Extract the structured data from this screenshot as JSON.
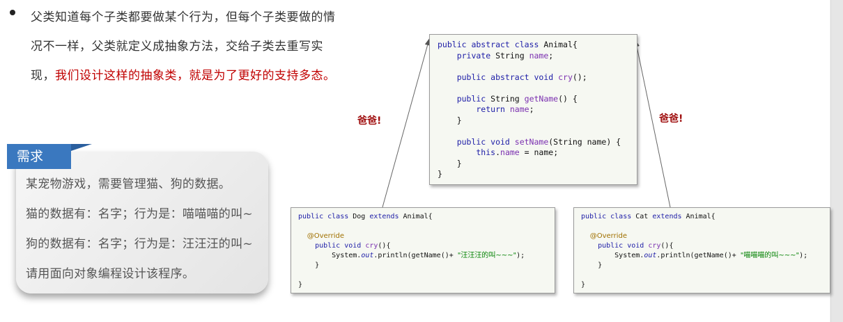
{
  "bullet_text_normal": "父类知道每个子类都要做某个行为，但每个子类要做的情况不一样，父类就定义成抽象方法，交给子类去重写实现，",
  "bullet_text_red": "我们设计这样的抽象类，就是为了更好的支持多态。",
  "requirement": {
    "tab_label": "需求",
    "lines": [
      "某宠物游戏，需要管理猫、狗的数据。",
      "猫的数据有：名字；行为是：喵喵喵的叫~",
      "狗的数据有：名字；行为是：汪汪汪的叫~",
      "请用面向对象编程设计该程序。"
    ]
  },
  "labels": {
    "dad_left": "爸爸!",
    "dad_right": "爸爸!"
  },
  "animal_code": {
    "l1_a": "public abstract class",
    "l1_b": " Animal{",
    "l2_a": "    private",
    "l2_b": " String ",
    "l2_c": "name",
    "l2_d": ";",
    "l3_a": "    public abstract void",
    "l3_b": " cry",
    "l3_c": "();",
    "l4_a": "    public",
    "l4_b": " String ",
    "l4_c": "getName",
    "l4_d": "() {",
    "l5_a": "        return",
    "l5_b": " name",
    "l5_c": ";",
    "l6": "    }",
    "l7_a": "    public void",
    "l7_b": " setName",
    "l7_c": "(String name) {",
    "l8_a": "        this",
    "l8_b": ".",
    "l8_c": "name",
    "l8_d": " = name;",
    "l9": "    }",
    "l10": "}"
  },
  "dog_code": {
    "l1_a": "public class",
    "l1_b": " Dog ",
    "l1_c": "extends",
    "l1_d": " Animal{",
    "l2": "    @Override",
    "l3_a": "    public void",
    "l3_b": " cry",
    "l3_c": "(){",
    "l4_a": "        System.",
    "l4_b": "out",
    "l4_c": ".println(getName()+ ",
    "l4_d": "\"汪汪汪的叫~~~\"",
    "l4_e": ");",
    "l5": "    }",
    "l6": "}"
  },
  "cat_code": {
    "l1_a": "public class",
    "l1_b": " Cat ",
    "l1_c": "extends",
    "l1_d": " Animal{",
    "l2": "    @Override",
    "l3_a": "    public void",
    "l3_b": " cry",
    "l3_c": "(){",
    "l4_a": "        System.",
    "l4_b": "out",
    "l4_c": ".println(getName()+ ",
    "l4_d": "\"喵喵喵的叫~~~\"",
    "l4_e": ");",
    "l5": "    }",
    "l6": "}"
  }
}
